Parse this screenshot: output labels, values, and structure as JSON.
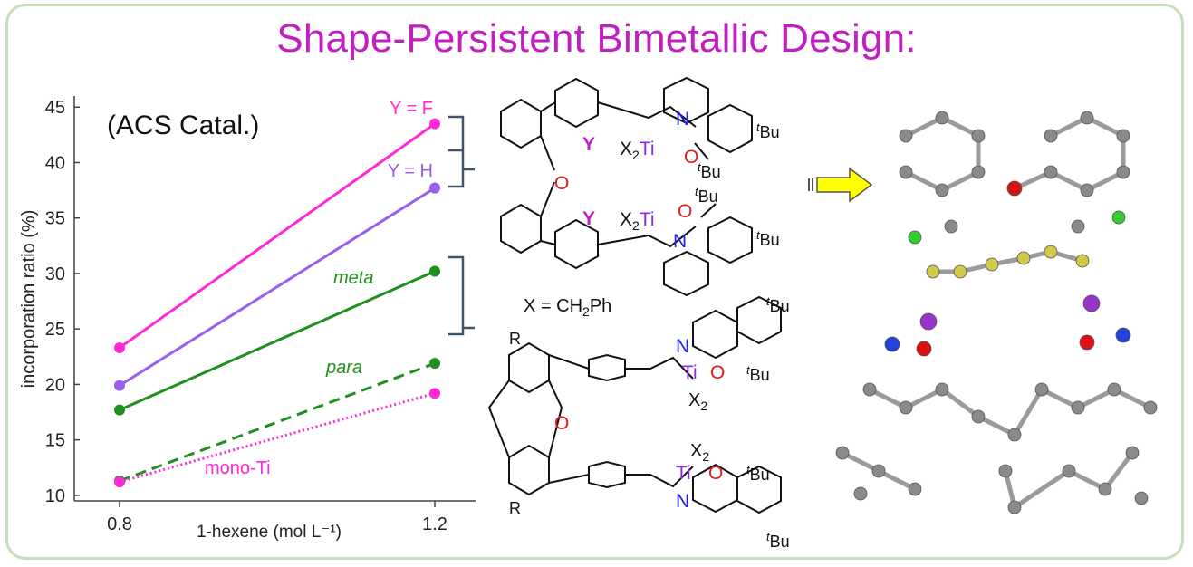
{
  "title": "Shape-Persistent Bimetallic Design:",
  "chart_data": {
    "type": "line",
    "journal_note": "(ACS Catal.)",
    "xlabel": "1-hexene (mol L⁻¹)",
    "ylabel": "incorporation ratio (%)",
    "x_ticks": [
      "0.8",
      "1.2"
    ],
    "y_ticks": [
      10,
      15,
      20,
      25,
      30,
      35,
      40,
      45
    ],
    "ylim": [
      9.5,
      46
    ],
    "x": [
      0.8,
      1.2
    ],
    "series": [
      {
        "name": "Y = F",
        "values": [
          23.3,
          43.5
        ],
        "color": "#ff2ad4",
        "style": "solid"
      },
      {
        "name": "Y = H",
        "values": [
          19.9,
          37.7
        ],
        "color": "#9b5cf0",
        "style": "solid"
      },
      {
        "name": "meta",
        "values": [
          17.7,
          30.2
        ],
        "color": "#1f8f1f",
        "style": "solid"
      },
      {
        "name": "para",
        "values": [
          11.3,
          21.9
        ],
        "color": "#1f8f1f",
        "style": "dashed"
      },
      {
        "name": "mono-Ti",
        "values": [
          11.2,
          19.2
        ],
        "color": "#ff2ad4",
        "style": "dotted"
      }
    ]
  },
  "structure_labels": {
    "y_f": "Y = F",
    "y_h": "Y = H",
    "x_def": "X = CH",
    "x_def_sub": "2",
    "x_def_tail": "Ph",
    "t": "t",
    "bu": "Bu",
    "n": "N",
    "o": "O",
    "ti": "Ti",
    "x": "X",
    "two": "2",
    "y": "Y",
    "r": "R"
  },
  "colors": {
    "title": "#c21fc2",
    "frame": "#c8deb8",
    "nitrogen": "#2222dd",
    "oxygen": "#e41b1b",
    "titanium": "#8a2be2",
    "arrow": "#ffff00"
  }
}
